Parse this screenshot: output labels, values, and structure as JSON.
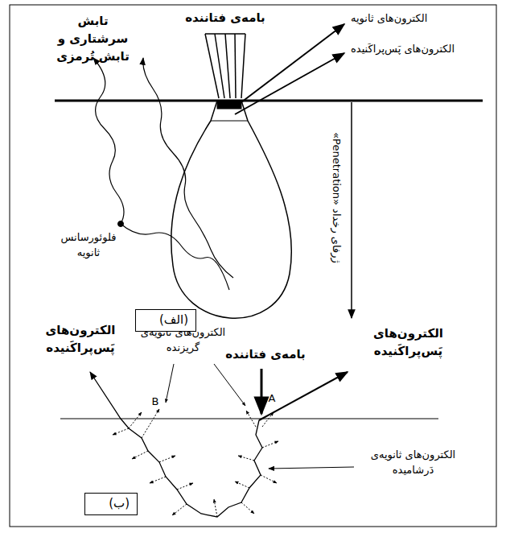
{
  "diagram": {
    "nodes": [
      {
        "text": [
          "(الف)"
        ]
      },
      {
        "text": [
          "(ب)"
        ]
      }
    ],
    "labels": [
      "تابش سرشتاری و تابش تُرمزی",
      "بامه‌ی فتاننده",
      "الکترون‌های ثانویه",
      "الکترون‌های پَس‌پراکَنیده",
      "ژرفای رخداد «Penetration»",
      "فلوئورسانس ثانویه",
      "بامه‌ی فتاننده",
      "الکترون‌های پَس‌پراکَنیده",
      "الکترون‌های ثانویه‌ی گریزنده",
      "A",
      "B",
      "الکترون‌های پَس‌پراکَنیده",
      "الکترون‌های ثانویه‌ی دَرشامیده"
    ]
  }
}
